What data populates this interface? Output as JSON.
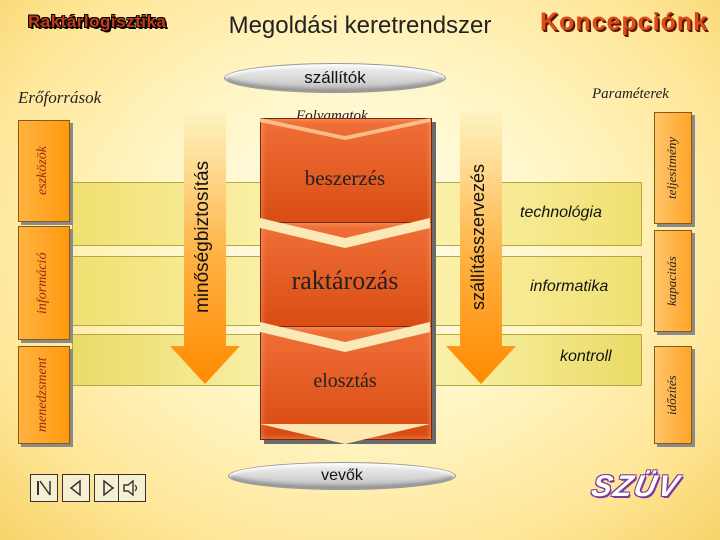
{
  "header": {
    "left_title": "Raktárlogisztika",
    "center_title": "Megoldási keretrendszer",
    "right_title": "Koncepciónk"
  },
  "labels": {
    "resources": "Erőforrások",
    "parameters": "Paraméterek",
    "processes": "Folyamatok",
    "suppliers": "szállítók",
    "customers": "vevők"
  },
  "left_boxes": [
    "eszközök",
    "információ",
    "menedzsment"
  ],
  "right_boxes": [
    "teljesítmény",
    "kapacitás",
    "időzítés"
  ],
  "arrows": {
    "left": "minőségbiztosítás",
    "right": "szállításszervezés"
  },
  "process_steps": [
    "beszerzés",
    "raktározás",
    "elosztás"
  ],
  "band_labels": [
    "technológia",
    "informatika",
    "kontroll"
  ],
  "logo": "SZÜV",
  "colors": {
    "accent": "#e04a1a",
    "process_orange": "#e05a20",
    "band_yellow": "#fff3a0",
    "arrow_orange": "#ff9a20"
  }
}
